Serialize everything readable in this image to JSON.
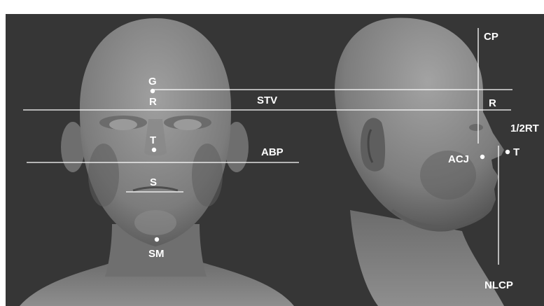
{
  "colors": {
    "background": "#363636",
    "sculpt": "#8c8c8c",
    "lines": "#ffffff"
  },
  "front_view": {
    "labels": {
      "g": "G",
      "r": "R",
      "stv": "STV",
      "t": "T",
      "abp": "ABP",
      "s": "S",
      "sm": "SM"
    }
  },
  "profile_view": {
    "labels": {
      "cp": "CP",
      "r": "R",
      "half_rt": "1/2RT",
      "acj": "ACJ",
      "t": "T",
      "nlcp": "NLCP"
    }
  }
}
